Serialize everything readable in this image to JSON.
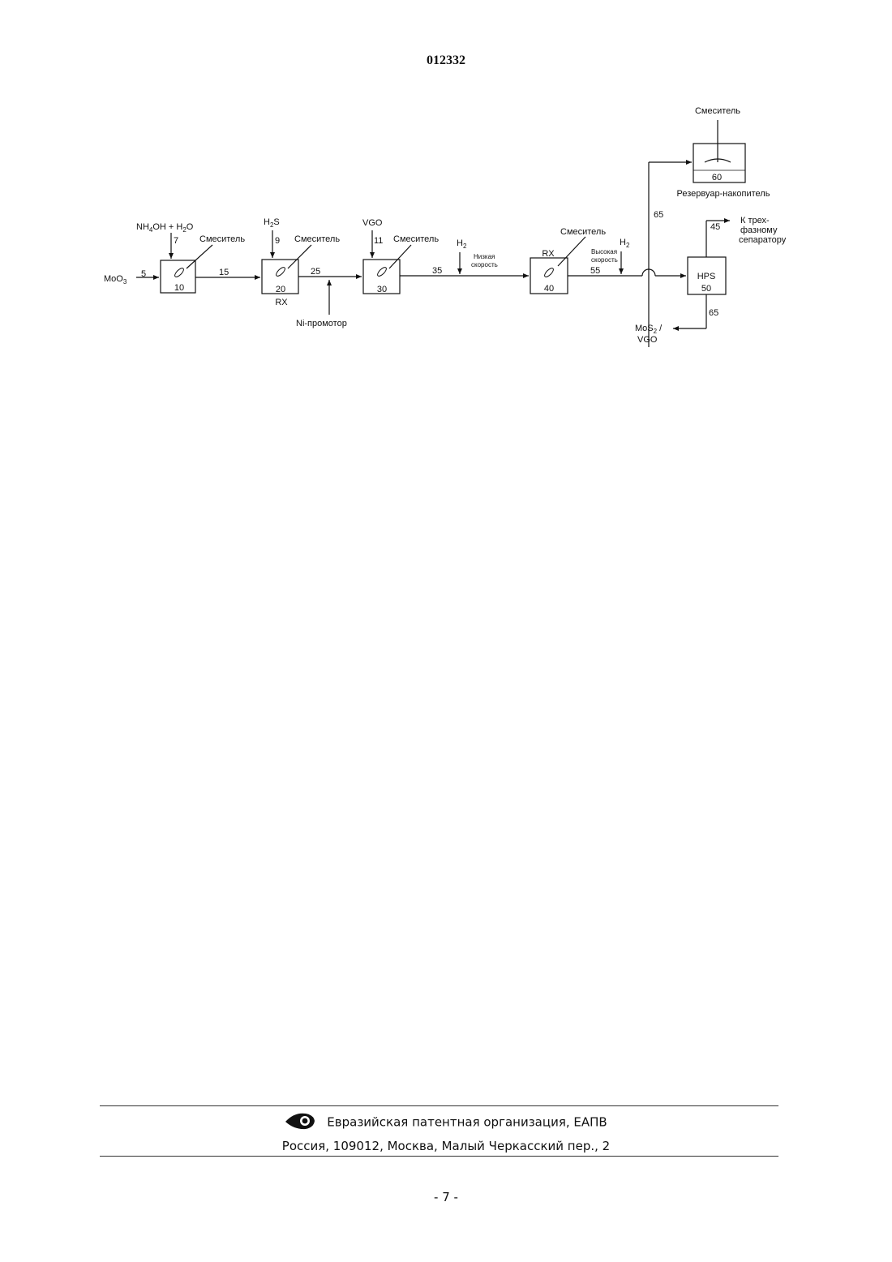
{
  "document_number": "012332",
  "diagram": {
    "inputs": {
      "moo3": "MoO",
      "moo3_sub": "3",
      "nh4oh_a": "NH",
      "nh4oh_sub1": "4",
      "nh4oh_b": "OH + H",
      "nh4oh_sub2": "2",
      "nh4oh_c": "O",
      "h2s_a": "H",
      "h2s_sub": "2",
      "h2s_b": "S",
      "vgo": "VGO",
      "h2_low_a": "H",
      "h2_low_sub": "2",
      "low_speed_1": "Низкая",
      "low_speed_2": "скорость",
      "h2_high_a": "H",
      "h2_high_sub": "2",
      "high_speed_1": "Высокая",
      "high_speed_2": "скорость",
      "ni_promoter": "Ni-промотор"
    },
    "units": {
      "u10": "10",
      "u20": "20",
      "u30": "30",
      "u40": "40",
      "u50": "50",
      "u60": "60",
      "rx_20": "RX",
      "rx_40": "RX",
      "hps": "HPS"
    },
    "mixer_label": "Смеситель",
    "tank_label": "Резервуар-накопитель",
    "streams": {
      "s5": "5",
      "s7": "7",
      "s9": "9",
      "s11": "11",
      "s15": "15",
      "s25": "25",
      "s35": "35",
      "s55": "55",
      "s65_top": "65",
      "s45": "45",
      "s65_bottom": "65"
    },
    "outputs": {
      "separator_1": "К трех-",
      "separator_2": "фазному",
      "separator_3": "сепаратору",
      "mos2_a": "MoS",
      "mos2_sub": "2",
      "mos2_b": " /",
      "vgo_out": "VGO"
    }
  },
  "footer": {
    "organization": "Евразийская патентная организация, ЕАПВ",
    "address": "Россия, 109012, Москва, Малый Черкасский пер., 2"
  },
  "page_number": "- 7 -"
}
